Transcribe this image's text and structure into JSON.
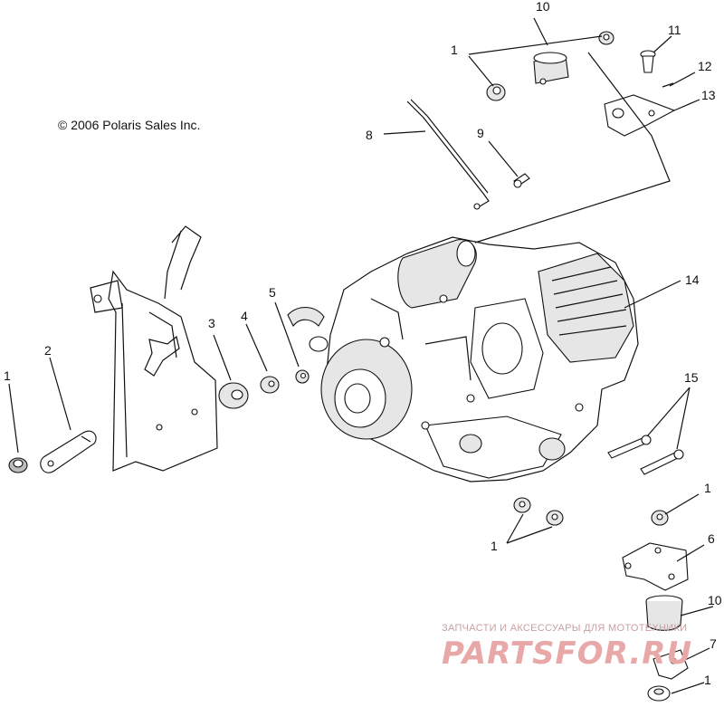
{
  "copyright": "© 2006 Polaris Sales Inc.",
  "watermark": {
    "tagline": "ЗАПЧАСТИ И АКСЕССУАРЫ ДЛЯ МОТОТЕХНИКИ",
    "logo": "PARTSFOR.RU"
  },
  "callouts": [
    {
      "id": "c1a",
      "text": "1"
    },
    {
      "id": "c10a",
      "text": "10"
    },
    {
      "id": "c11",
      "text": "11"
    },
    {
      "id": "c12",
      "text": "12"
    },
    {
      "id": "c13",
      "text": "13"
    },
    {
      "id": "c8",
      "text": "8"
    },
    {
      "id": "c9",
      "text": "9"
    },
    {
      "id": "c14",
      "text": "14"
    },
    {
      "id": "c3",
      "text": "3"
    },
    {
      "id": "c4",
      "text": "4"
    },
    {
      "id": "c5",
      "text": "5"
    },
    {
      "id": "c2",
      "text": "2"
    },
    {
      "id": "c1b",
      "text": "1"
    },
    {
      "id": "c15",
      "text": "15"
    },
    {
      "id": "c1c",
      "text": "1"
    },
    {
      "id": "c6",
      "text": "6"
    },
    {
      "id": "c1d",
      "text": "1"
    },
    {
      "id": "c10b",
      "text": "10"
    },
    {
      "id": "c7",
      "text": "7"
    },
    {
      "id": "c1e",
      "text": "1"
    }
  ]
}
